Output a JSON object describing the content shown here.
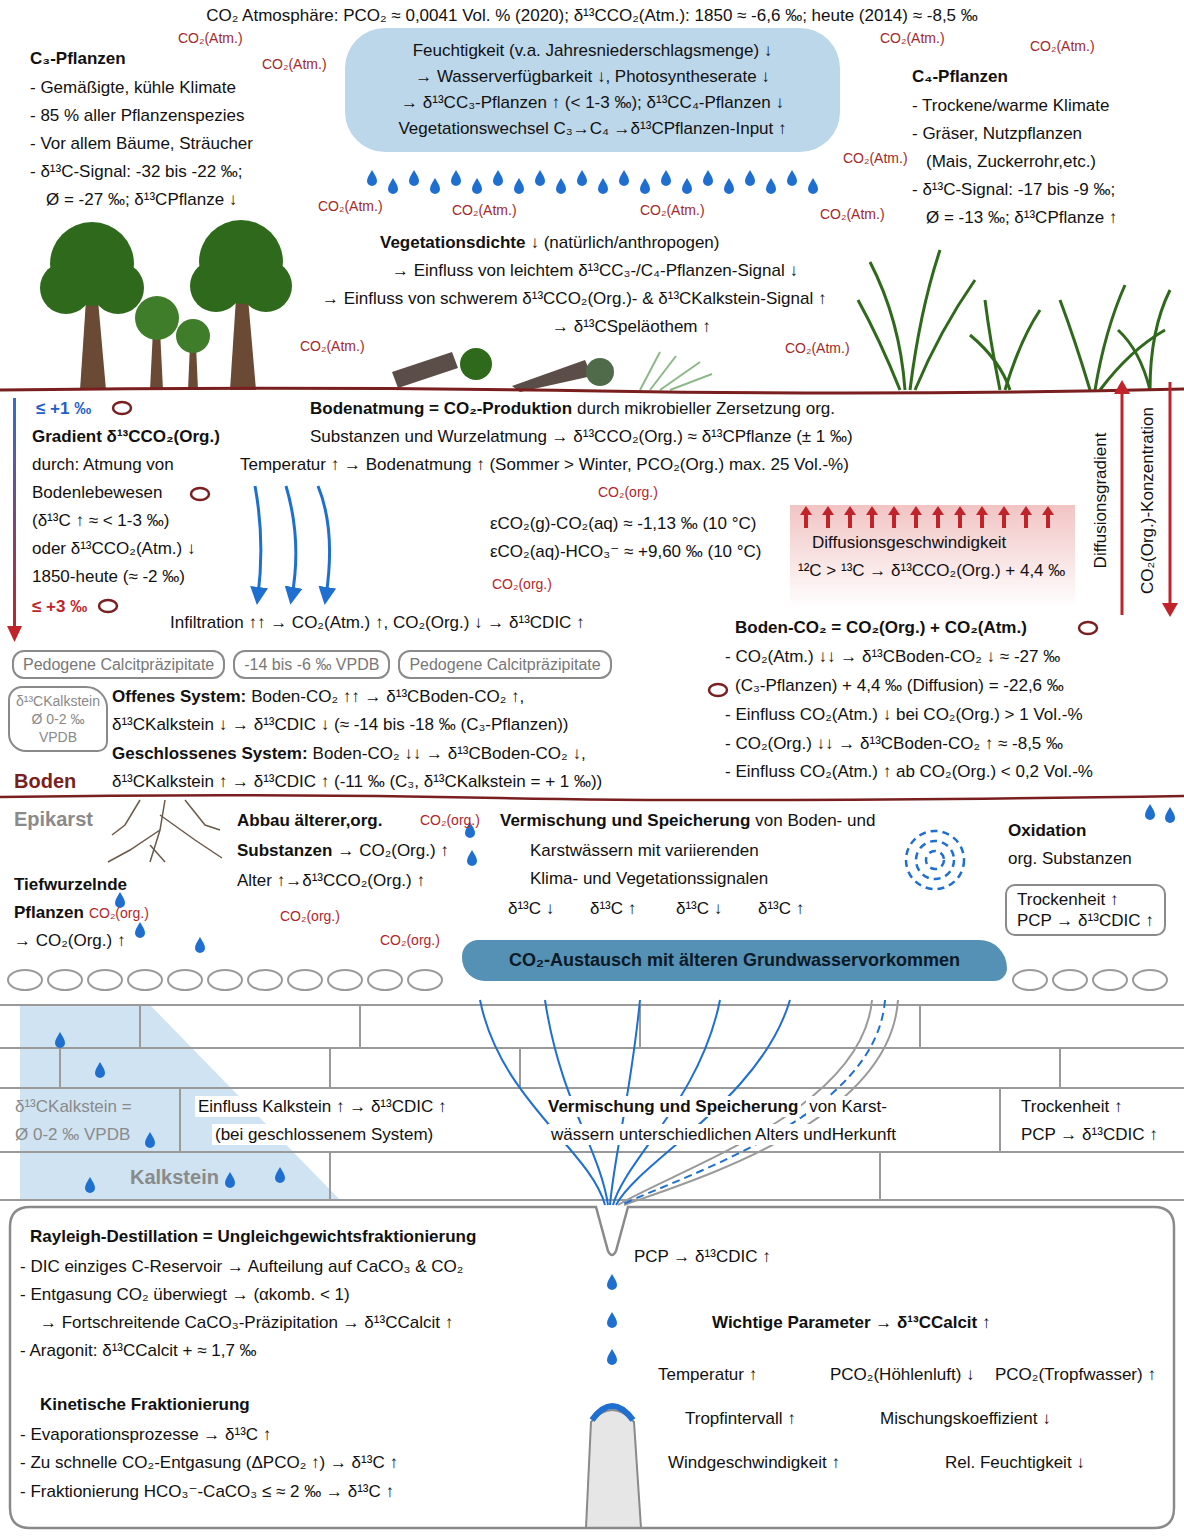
{
  "diagram": {
    "title": "CO₂ Atmosphäre: PCO₂ ≈ 0,0041 Vol. % (2020); δ¹³CCO₂(Atm.): 1850 ≈ -6,6 ‰; heute (2014) ≈ -8,5 ‰",
    "nodes": [
      {
        "text": [
          "Feuchtigkeit (v.a. Jahresniederschlagsmenge) ↓",
          "→ Wasserverfügbarkeit ↓, Photosyntheserate ↓",
          "→ δ¹³CC₃-Pflanzen ↑ (< 1-3 ‰); δ¹³CC₄-Pflanzen ↓",
          "Vegetationswechsel C₃→C₄ →δ¹³CPflanzen-Input ↑"
        ]
      },
      {
        "text": [
          "Pedogene Calcitpräzipitate"
        ]
      },
      {
        "text": [
          "-14 bis -6 ‰ VPDB"
        ]
      },
      {
        "text": [
          "Pedogene Calcitpräzipitate"
        ]
      },
      {
        "text": [
          "δ¹³CKalkstein Ø 0-2 ‰ VPDB"
        ]
      },
      {
        "text": [
          "Trockenheit ↑",
          "PCP → δ¹³CDIC ↑"
        ]
      },
      {
        "text": [
          "CO₂-Austausch mit älteren Grundwasservorkommen"
        ]
      },
      {
        "text": [
          "Rayleigh-Destillation = Ungleichgewichtsfraktionierung",
          "- DIC einziges C-Reservoir → Aufteilung auf CaCO₃ & CO₂",
          "- Entgasung  CO₂ überwiegt → (αkomb. < 1)",
          "→ Fortschreitende CaCO₃-Präzipitation → δ¹³CCalcit ↑",
          "- Aragonit: δ¹³CCalcit + ≈ 1,7 ‰",
          "Kinetische Fraktionierung",
          "- Evaporationsprozesse → δ¹³C ↑",
          "- Zu schnelle CO₂-Entgasung (ΔPCO₂ ↑) → δ¹³C ↑",
          "- Fraktionierung HCO₃⁻-CaCO₃ ≤ ≈ 2 ‰ → δ¹³C ↑",
          "PCP → δ¹³CDIC ↑",
          "Wichtige Parameter → δ¹³CCalcit ↑",
          "Temperatur ↑",
          "PCO₂(Höhlenluft) ↓",
          "PCO₂(Tropfwasser) ↑",
          "Tropfintervall ↑",
          "Mischungskoeffizient ↓",
          "Windgeschwindigkeit ↑",
          "Rel. Feuchtigkeit ↓"
        ]
      }
    ],
    "labels": [
      "C₃-Pflanzen",
      "- Gemäßigte, kühle Klimate",
      "- 85 % aller Pflanzenspezies",
      "- Vor allem Bäume, Sträucher",
      "- δ¹³C-Signal: -32 bis -22 ‰;",
      "Ø = -27 ‰; δ¹³CPflanze ↓",
      "C₄-Pflanzen",
      "- Trockene/warme Klimate",
      "- Gräser, Nutzpflanzen",
      "(Mais, Zuckerrohr,etc.)",
      "- δ¹³C-Signal: -17 bis -9 ‰;",
      "Ø = -13 ‰; δ¹³CPflanze ↑",
      "CO₂(Atm.)",
      "CO₂(Atm.)",
      "CO₂(Atm.)",
      "CO₂(Atm.)",
      "CO₂(Atm.)",
      "CO₂(Atm.)",
      "CO₂(Atm.)",
      "CO₂(Atm.)",
      "CO₂(Atm.)",
      "CO₂(Atm.)",
      "CO₂(Atm.)",
      "Vegetationsdichte",
      "↓ (natürlich/anthropogen)",
      "→ Einfluss von leichtem δ¹³CC₃-/C₄-Pflanzen-Signal ↓",
      "→ Einfluss  von schwerem δ¹³CCO₂(Org.)- & δ¹³CKalkstein-Signal ↑",
      "→ δ¹³CSpeläothem ↑",
      "≤ +1 ‰",
      "Gradient δ¹³CCO₂(Org.)",
      "durch: Atmung von",
      "Bodenlebewesen",
      "(δ¹³C ↑ ≈ < 1-3 ‰)",
      "oder δ¹³CCO₂(Atm.) ↓",
      "1850-heute (≈ -2 ‰)",
      "≤ +3 ‰",
      "Bodenatmung = CO₂-Produktion",
      "durch mikrobieller Zersetzung org.",
      "Substanzen und Wurzelatmung → δ¹³CCO₂(Org.) ≈ δ¹³CPflanze (± 1 ‰)",
      "Temperatur ↑ → Bodenatmung ↑ (Sommer > Winter, PCO₂(Org.) max. 25 Vol.-%)",
      "CO₂(org.)",
      "εCO₂(g)-CO₂(aq) ≈ -1,13 ‰ (10 °C)",
      "εCO₂(aq)-HCO₃⁻ ≈ +9,60 ‰ (10 °C)",
      "CO₂(org.)",
      "Diffusionsgeschwindigkeit",
      "¹²C > ¹³C → δ¹³CCO₂(Org.) + 4,4 ‰",
      "Diffusionsgradient",
      "CO₂(Org.)-Konzentration",
      "Infiltration ↑↑ → CO₂(Atm.) ↑, CO₂(Org.) ↓  → δ¹³CDIC ↑",
      "Boden-CO₂ = CO₂(Org.) + CO₂(Atm.)",
      "- CO₂(Atm.) ↓↓ → δ¹³CBoden-CO₂ ↓ ≈ -27 ‰",
      "(C₃-Pflanzen) + 4,4 ‰ (Diffusion) = -22,6 ‰",
      "- Einfluss CO₂(Atm.) ↓ bei CO₂(Org.) > 1 Vol.-%",
      "- CO₂(Org.) ↓↓ → δ¹³CBoden-CO₂ ↑ ≈ -8,5 ‰",
      "- Einfluss CO₂(Atm.) ↑ ab CO₂(Org.) < 0,2 Vol.-%",
      "Offenes System:",
      "Boden-CO₂ ↑↑ → δ¹³CBoden-CO₂ ↑,",
      "δ¹³CKalkstein ↓ → δ¹³CDIC ↓ (≈ -14 bis -18 ‰ (C₃-Pflanzen))",
      "Geschlossenes System:",
      "Boden-CO₂ ↓↓ → δ¹³CBoden-CO₂ ↓,",
      "δ¹³CKalkstein ↑ → δ¹³CDIC ↑ (-11 ‰ (C₃, δ¹³CKalkstein = + 1 ‰))",
      "Boden",
      "Epikarst",
      "Tiefwurzelnde",
      "Pflanzen",
      "CO₂(org.)",
      "→ CO₂(Org.) ↑",
      "Abbau älterer,org.",
      "Substanzen",
      "→ CO₂(Org.) ↑",
      "Alter ↑→δ¹³CCO₂(Org.) ↑",
      "CO₂(org.)",
      "CO₂(org.)",
      "CO₂(org.)",
      "Vermischung und Speicherung",
      "von Boden- und",
      "Karstwässern mit variierenden",
      "Klima- und Vegetationssignalen",
      "δ¹³C ↓",
      "δ¹³C ↑",
      "δ¹³C ↓",
      "δ¹³C ↑",
      "Oxidation",
      "org. Substanzen",
      "δ¹³CKalkstein =",
      "Ø 0-2 ‰ VPDB",
      "Einfluss Kalkstein ↑ → δ¹³CDIC ↑",
      "(bei geschlossenem System)",
      "Vermischung und Speicherung",
      "von Karst-",
      "wässern unterschiedlichen Alters undHerkunft",
      "Trockenheit ↑",
      "PCP → δ¹³CDIC ↑",
      "Kalkstein"
    ]
  }
}
